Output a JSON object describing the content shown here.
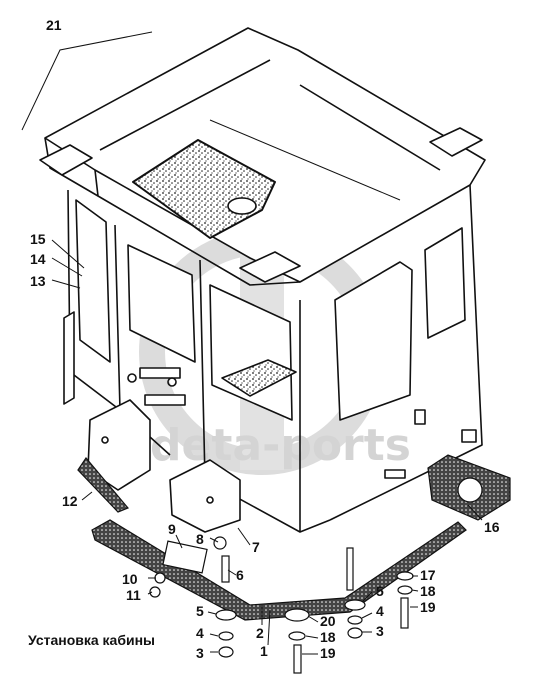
{
  "caption": "Установка кабины",
  "watermark": "deta-ports",
  "callouts": {
    "n21": "21",
    "n15": "15",
    "n14": "14",
    "n13": "13",
    "n12": "12",
    "n16": "16",
    "n9": "9",
    "n8": "8",
    "n7": "7",
    "n6": "6",
    "n10": "10",
    "n11": "11",
    "n5a": "5",
    "n4a": "4",
    "n3a": "3",
    "n2": "2",
    "n1": "1",
    "n20": "20",
    "n18a": "18",
    "n19a": "19",
    "n5b": "5",
    "n4b": "4",
    "n3b": "3",
    "n17": "17",
    "n18b": "18",
    "n19b": "19"
  },
  "colors": {
    "line": "#111111",
    "watermark": "#d4d4d4",
    "mat": "#3a3a3a"
  }
}
